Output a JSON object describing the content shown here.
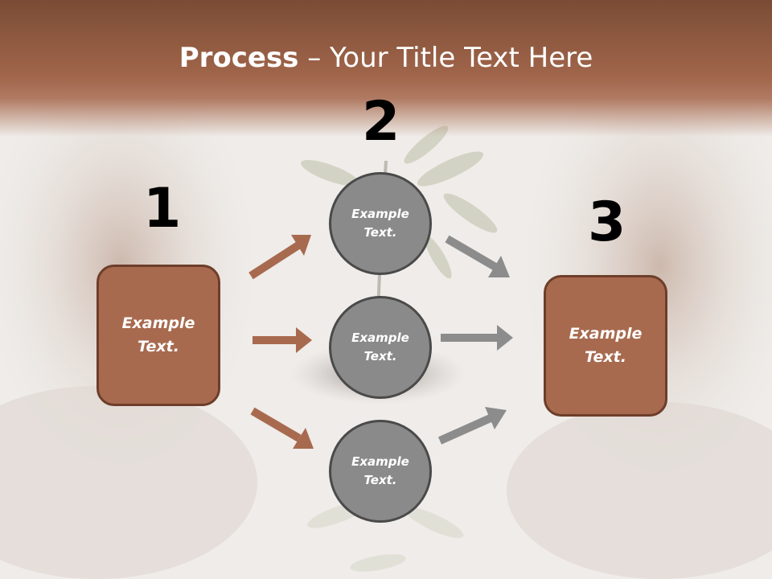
{
  "title": {
    "bold": "Process",
    "rest": " – Your Title Text Here"
  },
  "steps": [
    {
      "number": "1"
    },
    {
      "number": "2"
    },
    {
      "number": "3"
    }
  ],
  "left_box": {
    "label": "Example\nText."
  },
  "circles": [
    {
      "label": "Example\nText."
    },
    {
      "label": "Example\nText."
    },
    {
      "label": "Example\nText."
    }
  ],
  "right_box": {
    "label": "Example\nText."
  },
  "colors": {
    "header": "#a0654a",
    "box_fill": "#a86a4f",
    "box_border": "#6d3e2a",
    "circle_fill": "#8a8a8a",
    "arrow_brown": "#a86a4f",
    "arrow_gray": "#8c8c8c"
  }
}
